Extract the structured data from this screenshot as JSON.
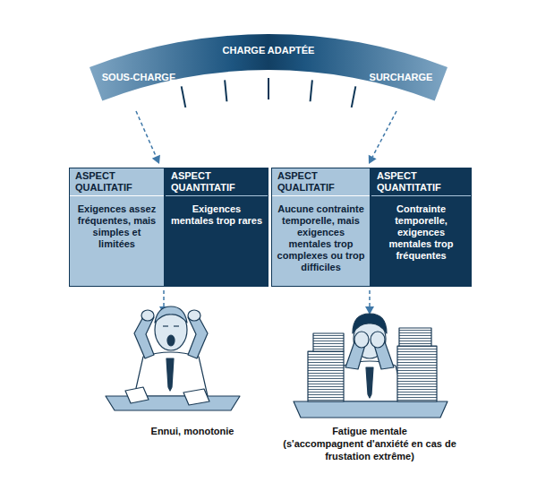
{
  "diagram": {
    "nodes": [
      {
        "text": [
          "CHARGE ADAPTÉE",
          "SOUS-CHARGE",
          "SURCHARGE"
        ]
      },
      {
        "text": [
          "ASPECT QUALITATIF",
          "Exigences assez fréquentes, mais simples et limitées"
        ]
      },
      {
        "text": [
          "ASPECT QUANTITATIF",
          "Exigences mentales trop rares"
        ]
      },
      {
        "text": [
          "ASPECT QUALITATIF",
          "Aucune contrainte temporelle, mais exigences mentales trop complexes ou trop difficiles"
        ]
      },
      {
        "text": [
          "ASPECT QUANTITATIF",
          "Contrainte temporelle, exigences mentales trop fréquentes"
        ]
      }
    ],
    "edges": [
      {
        "from": 0,
        "to": 1,
        "arrow": "to"
      },
      {
        "from": 0,
        "to": 3,
        "arrow": "to"
      }
    ],
    "labels": [
      "Ennui, monotonie",
      "Fatigue mentale",
      "(s'accompagnent d'anxiété en cas de frustation extrême)"
    ]
  }
}
